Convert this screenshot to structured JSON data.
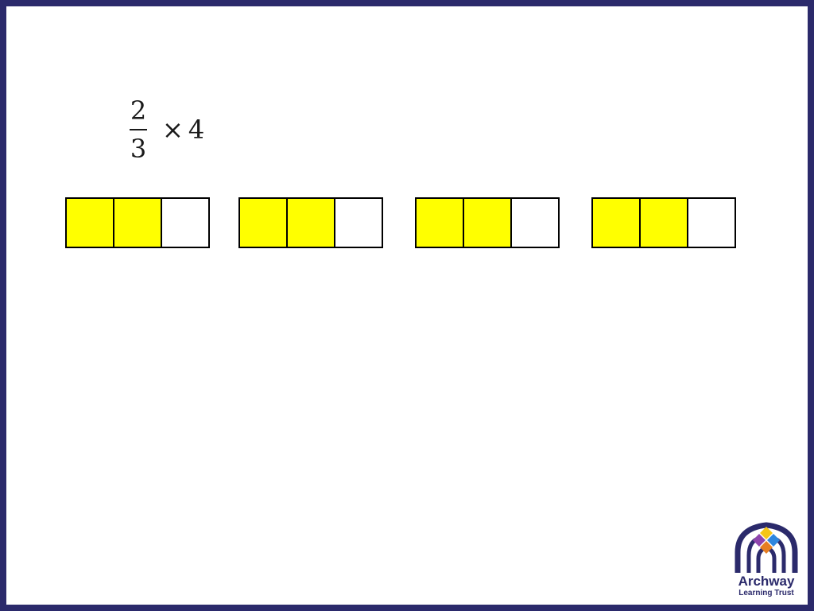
{
  "expression": {
    "numerator": "2",
    "denominator": "3",
    "operator": "×",
    "multiplier": "4"
  },
  "bar_model": {
    "count": 4,
    "parts_per_bar": 3,
    "shaded_parts_per_bar": 2,
    "shaded_color": "#ffff00",
    "unshaded_color": "#ffffff"
  },
  "logo": {
    "name": "Archway",
    "subtitle": "Learning Trust",
    "brand_color": "#2b2a6b",
    "icon": "archway-logo-icon"
  },
  "frame_color": "#2b2a6b"
}
